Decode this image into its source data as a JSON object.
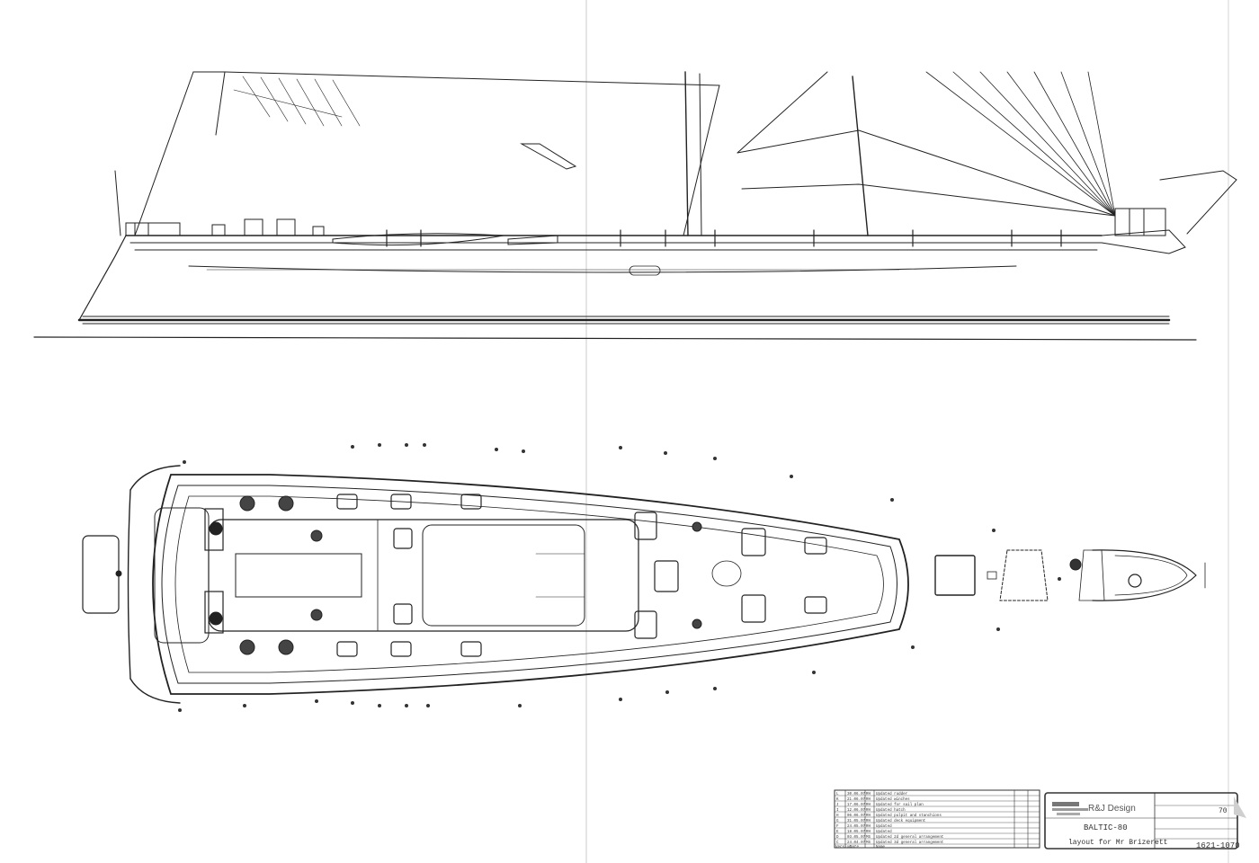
{
  "title_block": {
    "company": "R&J Design",
    "project": "BALTIC-80",
    "layout_title": "layout for Mr Brizerett",
    "drawing_number": "1621-1070",
    "sheet_no": "70",
    "revision_rows": [
      {
        "rev": "L",
        "date": "30.06.07",
        "init": "RH",
        "desc": "Updated rudder"
      },
      {
        "rev": "K",
        "date": "21.06.07",
        "init": "RH",
        "desc": "Updated winches"
      },
      {
        "rev": "J",
        "date": "17.06.07",
        "init": "RH",
        "desc": "Updated for sail plan"
      },
      {
        "rev": "I",
        "date": "12.06.07",
        "init": "RH",
        "desc": "Updated hatch"
      },
      {
        "rev": "H",
        "date": "06.06.07",
        "init": "RH",
        "desc": "Updated pulpit and stanchions"
      },
      {
        "rev": "G",
        "date": "31.05.07",
        "init": "RH",
        "desc": "Updated deck equipment"
      },
      {
        "rev": "F",
        "date": "24.05.07",
        "init": "RH",
        "desc": "Updated"
      },
      {
        "rev": "E",
        "date": "18.05.07",
        "init": "RH",
        "desc": "Updated"
      },
      {
        "rev": "D",
        "date": "03.05.07",
        "init": "MS",
        "desc": "Updated 2d general arrangement"
      },
      {
        "rev": "C",
        "date": "24.04.07",
        "init": "MS",
        "desc": "Updated 3d general arrangement"
      }
    ],
    "footer_cols": [
      "Version",
      "Date",
      "Name"
    ]
  }
}
